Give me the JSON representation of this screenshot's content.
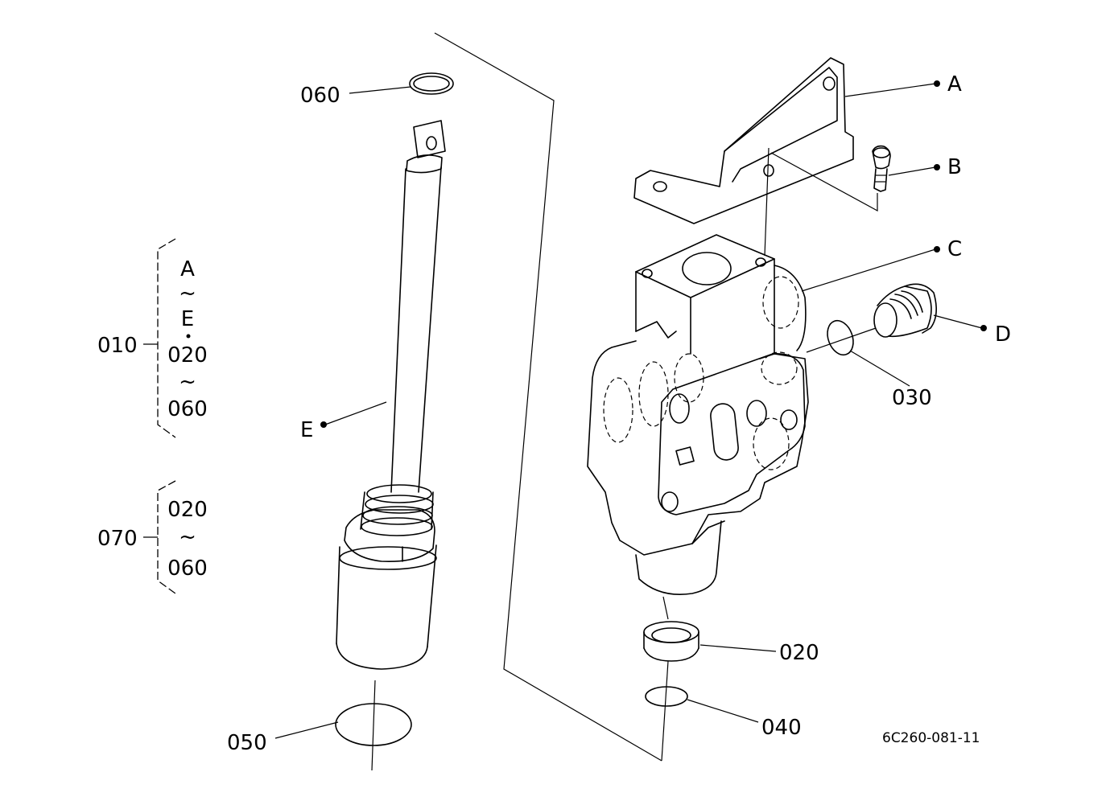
{
  "diagram": {
    "drawing_code": "6C260-081-11",
    "callouts": {
      "a": "A",
      "b": "B",
      "c": "C",
      "d": "D",
      "e": "E",
      "p020": "020",
      "p030": "030",
      "p040": "040",
      "p050": "050",
      "p060": "060"
    },
    "assembly_groups": [
      {
        "number": "010",
        "lines": [
          "A",
          "~",
          "E",
          "020",
          "~",
          "060"
        ]
      },
      {
        "number": "070",
        "lines": [
          "020",
          "~",
          "060"
        ]
      }
    ]
  }
}
